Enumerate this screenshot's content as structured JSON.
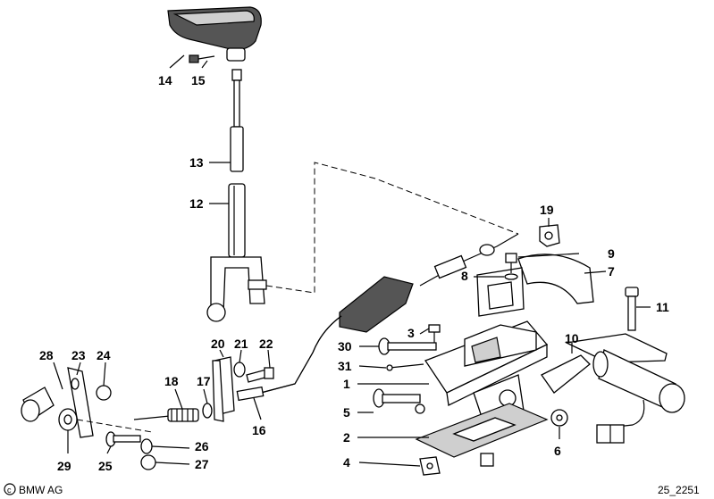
{
  "callouts": [
    "14",
    "15",
    "13",
    "12",
    "19",
    "9",
    "7",
    "8",
    "11",
    "3",
    "10",
    "30",
    "31",
    "1",
    "5",
    "2",
    "4",
    "6",
    "28",
    "23",
    "24",
    "20",
    "21",
    "22",
    "18",
    "17",
    "16",
    "29",
    "25",
    "26",
    "27"
  ],
  "footer": {
    "brand": "BMW AG",
    "diagram_id": "25_2251"
  },
  "colors": {
    "ink": "#000000",
    "paper": "#ffffff",
    "shade": "#cfcfcf",
    "dark": "#555555"
  }
}
